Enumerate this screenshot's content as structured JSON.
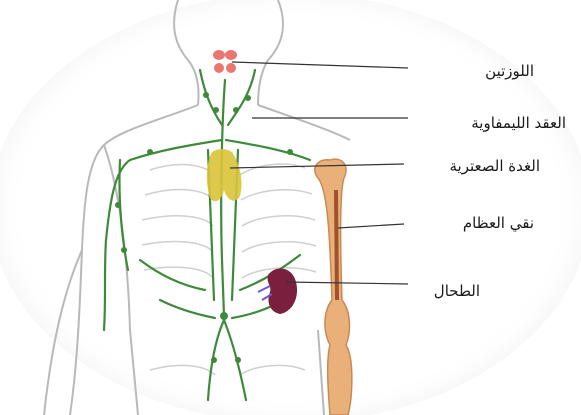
{
  "diagram": {
    "labels": [
      {
        "id": "tonsils",
        "text": "اللوزتين"
      },
      {
        "id": "lymph-nodes",
        "text": "العقد الليمفاوية"
      },
      {
        "id": "thymus",
        "text": "الغدة الصعترية"
      },
      {
        "id": "bone-marrow",
        "text": "نقي العظام"
      },
      {
        "id": "spleen",
        "text": "الطحال"
      }
    ],
    "colors": {
      "lymph_vessels": "#3f8a3a",
      "tonsils": "#e9776f",
      "thymus": "#d9c43a",
      "bone": "#e9b07a",
      "marrow": "#a0522d",
      "spleen": "#7a1f3d"
    }
  }
}
